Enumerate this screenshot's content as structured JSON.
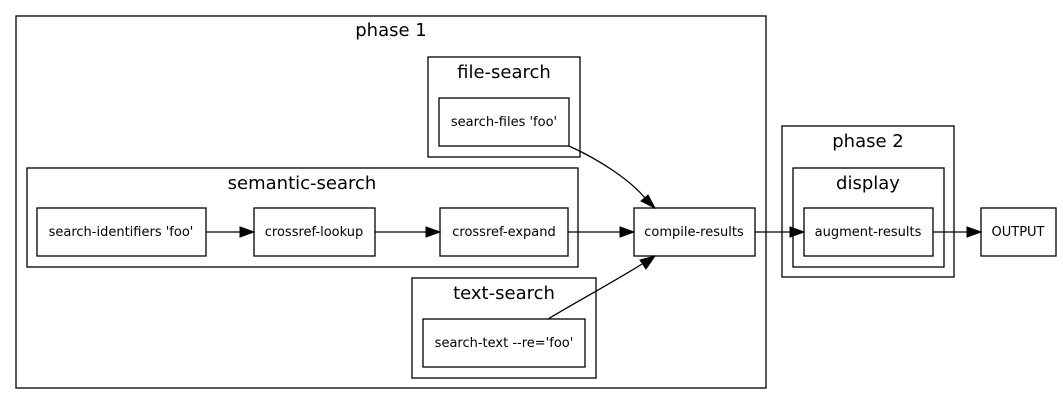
{
  "clusters": {
    "phase1": "phase 1",
    "file_search": "file-search",
    "semantic_search": "semantic-search",
    "text_search": "text-search",
    "phase2": "phase 2",
    "display": "display"
  },
  "nodes": {
    "search_files": "search-files 'foo'",
    "search_identifiers": "search-identifiers 'foo'",
    "crossref_lookup": "crossref-lookup",
    "crossref_expand": "crossref-expand",
    "search_text": "search-text --re='foo'",
    "compile_results": "compile-results",
    "augment_results": "augment-results",
    "output": "OUTPUT"
  }
}
